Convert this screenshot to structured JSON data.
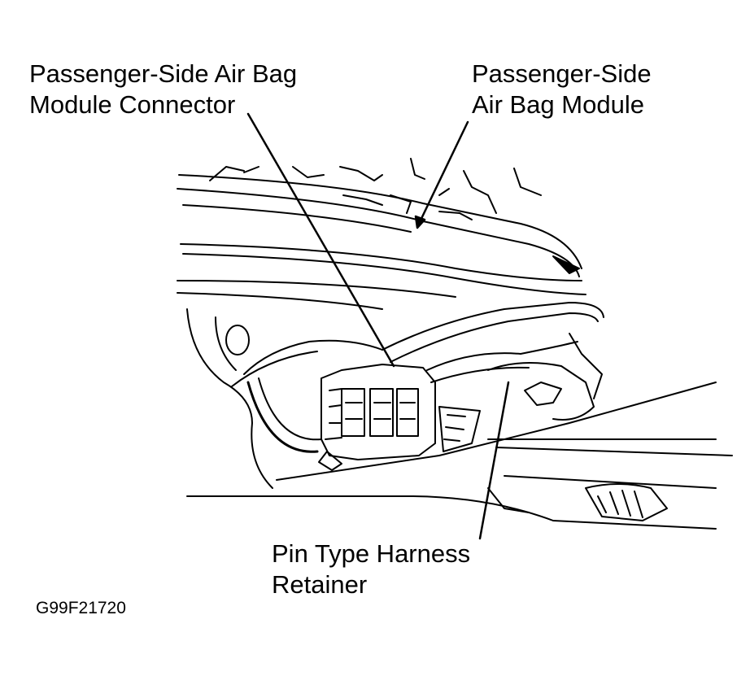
{
  "callouts": {
    "connector": {
      "line1": "Passenger-Side Air Bag",
      "line2": "Module Connector"
    },
    "module": {
      "line1": "Passenger-Side",
      "line2": "Air Bag Module"
    },
    "retainer": {
      "line1": "Pin Type Harness",
      "line2": "Retainer"
    }
  },
  "figure_id": "G99F21720",
  "colors": {
    "ink": "#000000",
    "paper": "#ffffff"
  }
}
